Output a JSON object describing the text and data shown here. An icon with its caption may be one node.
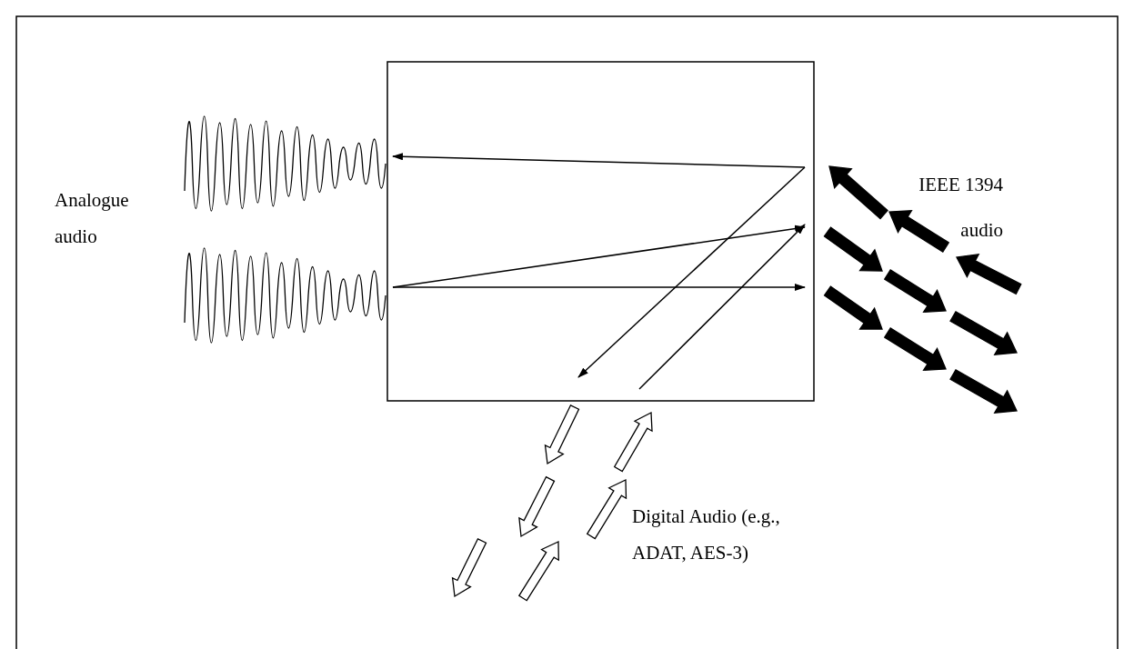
{
  "diagram": {
    "nodes": [
      {
        "text": [],
        "shape": "box"
      },
      {
        "text": [],
        "shape": "picture"
      },
      {
        "text": [],
        "shape": "picture"
      }
    ],
    "edges": [
      {
        "from": 0,
        "to": 1,
        "arrow": "to"
      },
      {
        "from": 2,
        "to": 0,
        "arrow": "to"
      },
      {
        "from": 2,
        "to": 0,
        "arrow": "to"
      },
      {
        "from": 0,
        "to": 0,
        "arrow": "to"
      },
      {
        "from": 0,
        "to": 0,
        "arrow": "to"
      },
      {
        "from": null,
        "to": 0,
        "arrow": "to"
      },
      {
        "from": 0,
        "to": null,
        "arrow": "to"
      },
      {
        "from": 0,
        "to": null,
        "arrow": "to"
      },
      {
        "from": 0,
        "to": null,
        "arrow": "to"
      },
      {
        "from": null,
        "to": 0,
        "arrow": "to"
      }
    ],
    "labels": [
      "Analogue audio",
      "IEEE 1394 audio",
      "Digital Audio (e.g., ADAT, AES-3)"
    ]
  }
}
